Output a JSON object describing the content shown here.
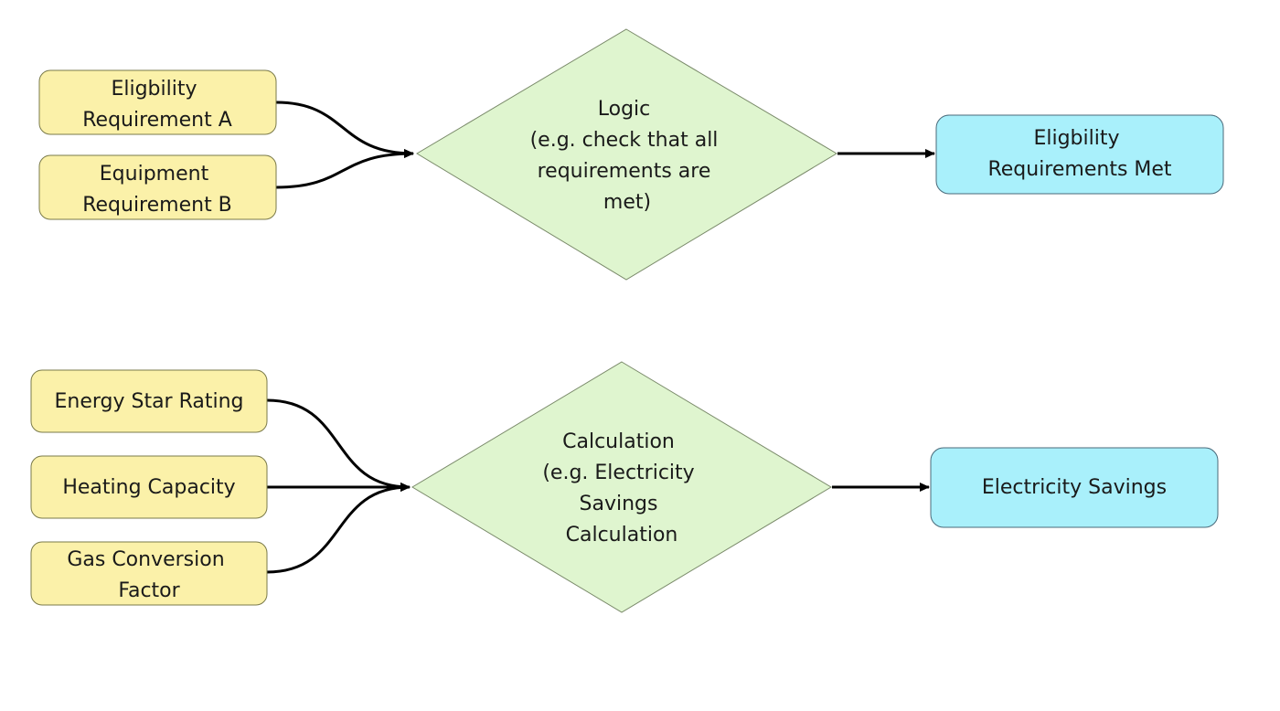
{
  "colors": {
    "input_fill": "#fbf1a9",
    "process_fill": "#dff5cf",
    "output_fill": "#a9f0fb",
    "connector": "#000000"
  },
  "top_flow": {
    "inputs": [
      {
        "lines": [
          "Eligbility",
          "Requirement A"
        ]
      },
      {
        "lines": [
          "Equipment",
          "Requirement B"
        ]
      }
    ],
    "process": {
      "lines": [
        "Logic",
        "(e.g. check that all",
        "requirements are",
        "met)"
      ]
    },
    "output": {
      "lines": [
        "Eligbility",
        "Requirements Met"
      ]
    }
  },
  "bottom_flow": {
    "inputs": [
      {
        "lines": [
          "Energy Star Rating"
        ]
      },
      {
        "lines": [
          "Heating Capacity"
        ]
      },
      {
        "lines": [
          "Gas Conversion",
          "Factor"
        ]
      }
    ],
    "process": {
      "lines": [
        "Calculation",
        "(e.g. Electricity",
        "Savings",
        "Calculation"
      ]
    },
    "output": {
      "lines": [
        "Electricity Savings"
      ]
    }
  }
}
